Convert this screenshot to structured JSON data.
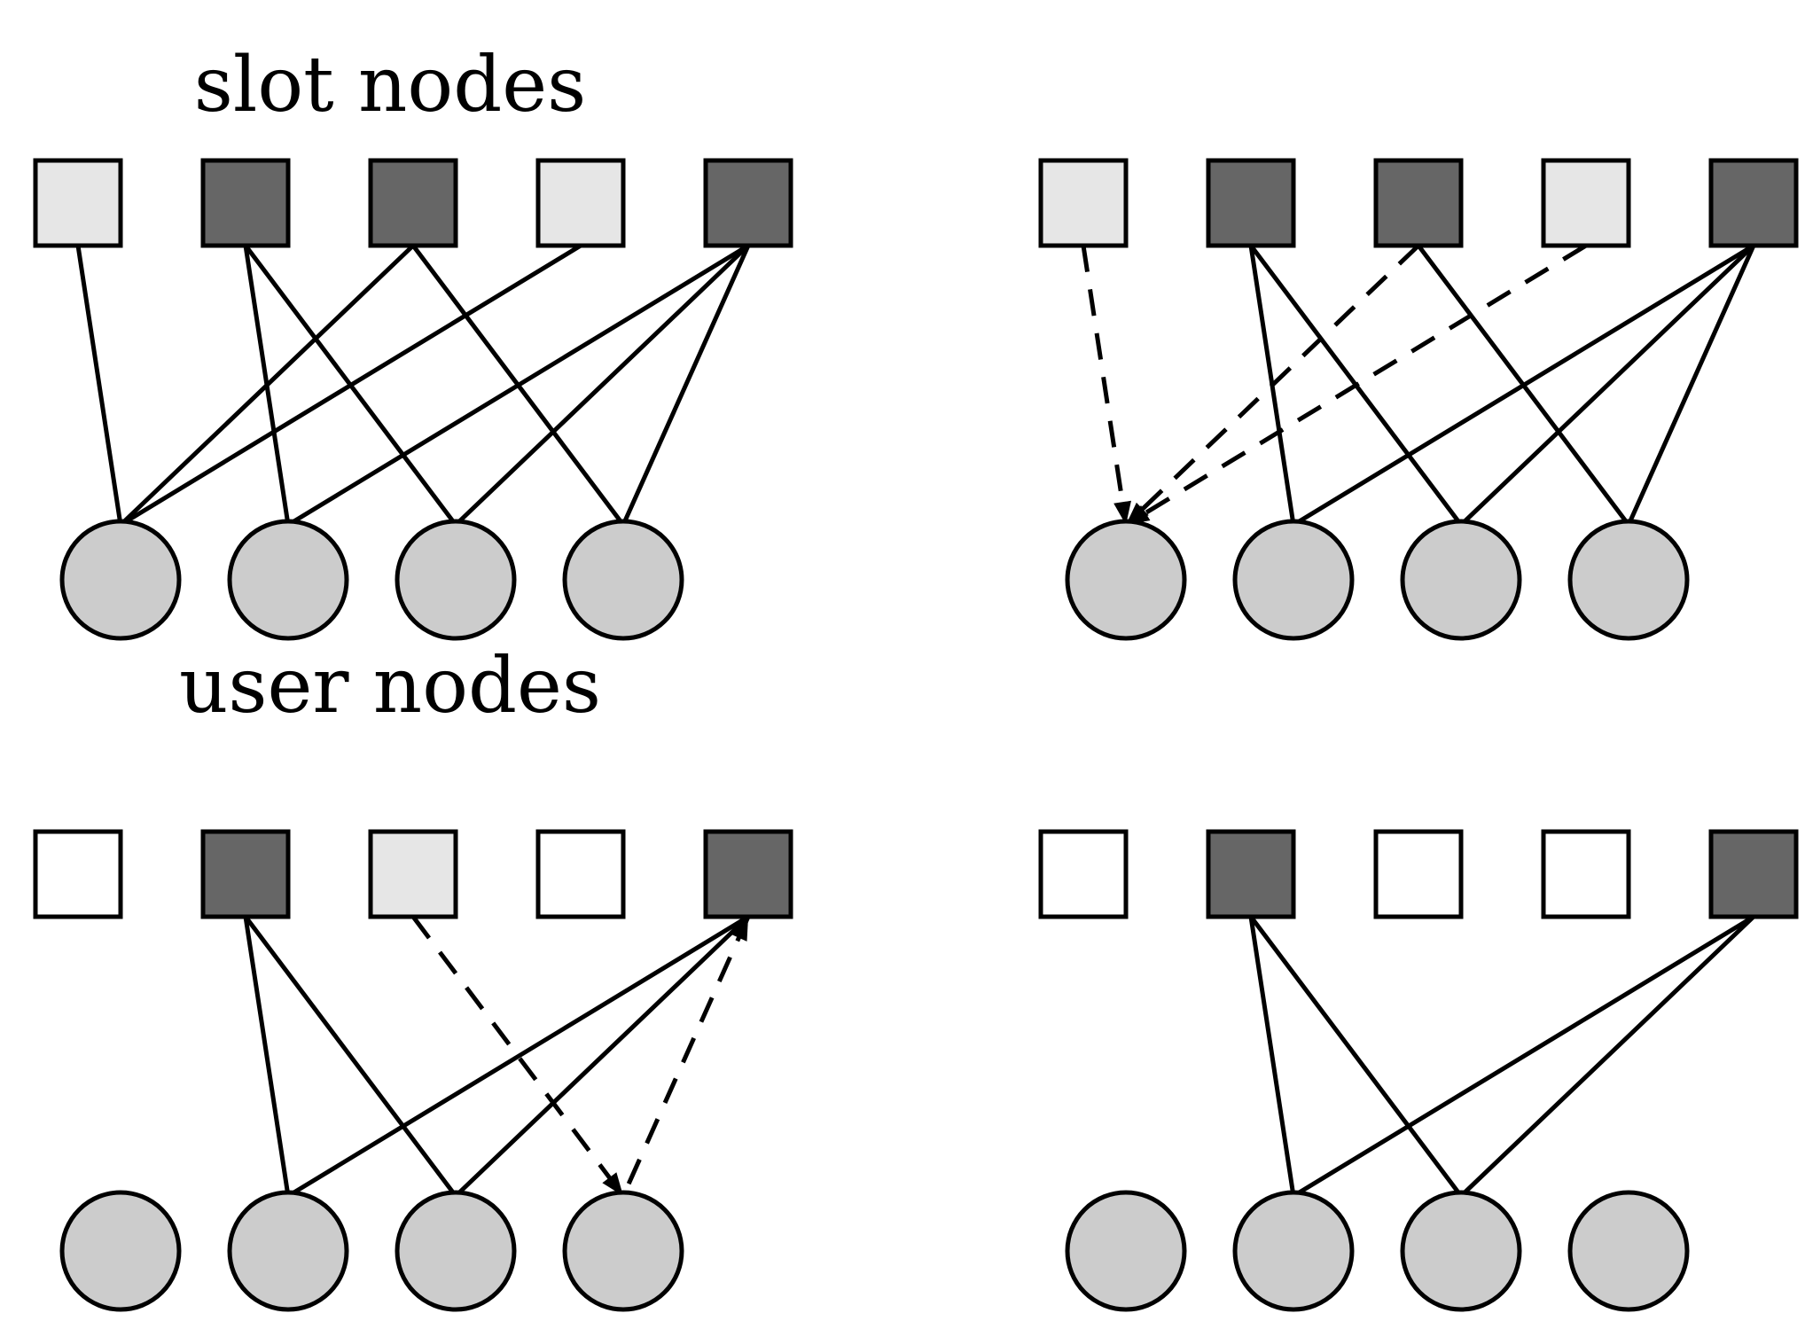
{
  "labels": {
    "slot_nodes": "slot nodes",
    "user_nodes": "user nodes"
  },
  "colors": {
    "slot_white": "#ffffff",
    "slot_light": "#e6e6e6",
    "slot_dark": "#666666",
    "user_node": "#cccccc",
    "stroke": "#000000"
  },
  "panels": [
    {
      "id": "top-left",
      "slots": [
        "light",
        "dark",
        "dark",
        "light",
        "dark"
      ],
      "user_count": 4,
      "edges": [
        {
          "slot": 0,
          "user": 0,
          "style": "solid"
        },
        {
          "slot": 1,
          "user": 1,
          "style": "solid"
        },
        {
          "slot": 1,
          "user": 2,
          "style": "solid"
        },
        {
          "slot": 2,
          "user": 0,
          "style": "solid"
        },
        {
          "slot": 2,
          "user": 3,
          "style": "solid"
        },
        {
          "slot": 3,
          "user": 0,
          "style": "solid"
        },
        {
          "slot": 4,
          "user": 1,
          "style": "solid"
        },
        {
          "slot": 4,
          "user": 2,
          "style": "solid"
        },
        {
          "slot": 4,
          "user": 3,
          "style": "solid"
        }
      ]
    },
    {
      "id": "top-right",
      "slots": [
        "light",
        "dark",
        "dark",
        "light",
        "dark"
      ],
      "user_count": 4,
      "edges": [
        {
          "slot": 0,
          "user": 0,
          "style": "dashed",
          "arrow": "to-user"
        },
        {
          "slot": 1,
          "user": 1,
          "style": "solid"
        },
        {
          "slot": 1,
          "user": 2,
          "style": "solid"
        },
        {
          "slot": 2,
          "user": 0,
          "style": "dashed",
          "arrow": "to-user"
        },
        {
          "slot": 2,
          "user": 3,
          "style": "solid"
        },
        {
          "slot": 3,
          "user": 0,
          "style": "dashed",
          "arrow": "to-user"
        },
        {
          "slot": 4,
          "user": 1,
          "style": "solid"
        },
        {
          "slot": 4,
          "user": 2,
          "style": "solid"
        },
        {
          "slot": 4,
          "user": 3,
          "style": "solid"
        }
      ]
    },
    {
      "id": "bottom-left",
      "slots": [
        "white",
        "dark",
        "light",
        "white",
        "dark"
      ],
      "user_count": 4,
      "edges": [
        {
          "slot": 1,
          "user": 1,
          "style": "solid"
        },
        {
          "slot": 1,
          "user": 2,
          "style": "solid"
        },
        {
          "slot": 2,
          "user": 3,
          "style": "dashed",
          "arrow": "to-user"
        },
        {
          "slot": 4,
          "user": 1,
          "style": "solid"
        },
        {
          "slot": 4,
          "user": 2,
          "style": "solid"
        },
        {
          "slot": 4,
          "user": 3,
          "style": "dashed",
          "arrow": "to-slot"
        }
      ]
    },
    {
      "id": "bottom-right",
      "slots": [
        "white",
        "dark",
        "white",
        "white",
        "dark"
      ],
      "user_count": 4,
      "edges": [
        {
          "slot": 1,
          "user": 1,
          "style": "solid"
        },
        {
          "slot": 1,
          "user": 2,
          "style": "solid"
        },
        {
          "slot": 4,
          "user": 1,
          "style": "solid"
        },
        {
          "slot": 4,
          "user": 2,
          "style": "solid"
        }
      ]
    }
  ]
}
